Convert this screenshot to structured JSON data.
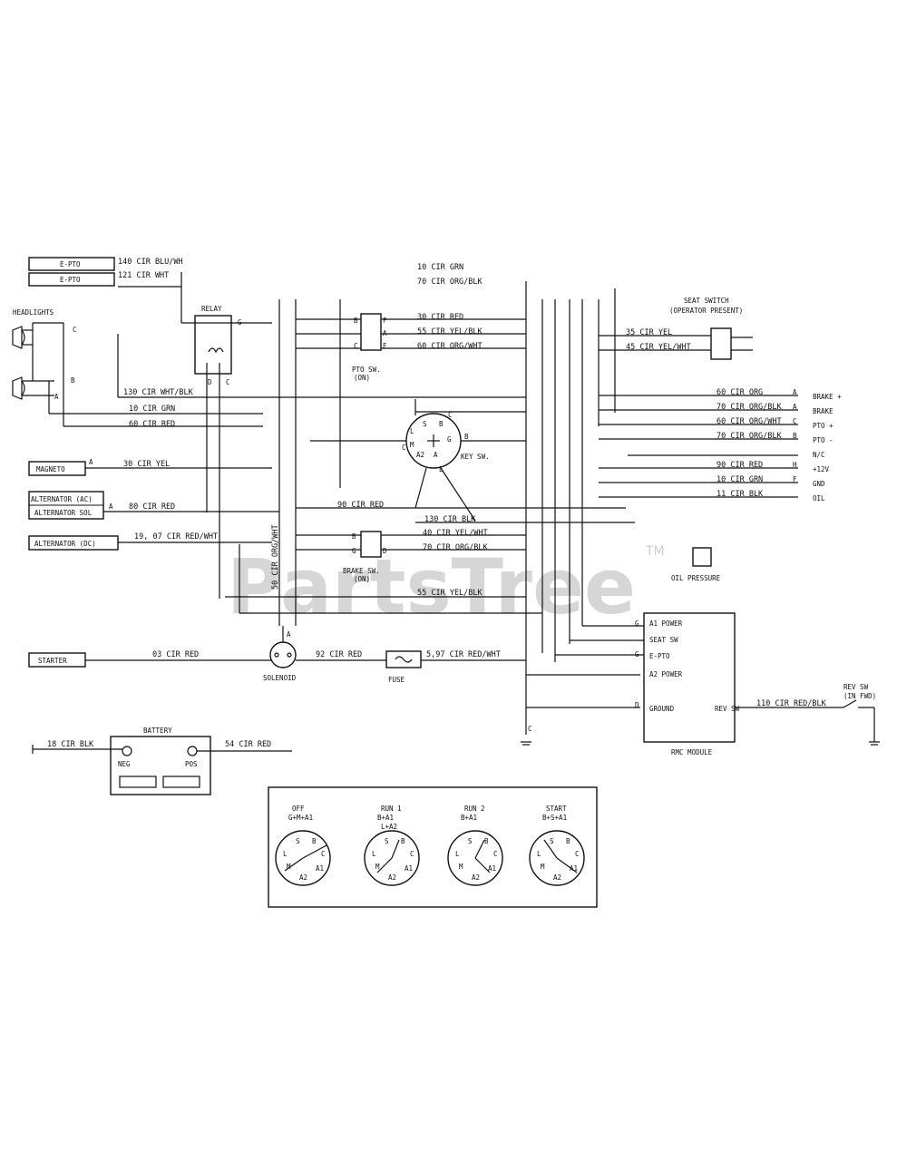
{
  "watermark": {
    "text": "PartsTree",
    "tm": "TM"
  },
  "left_boxes": {
    "e_pto": "E-PTO",
    "e_pto2": "E-PTO",
    "magneto": "MAGNETO",
    "alternator_ac": "ALTERNATOR (AC)",
    "alternator_sol": "ALTERNATOR SOL",
    "alternator_dc": "ALTERNATOR (DC)",
    "starter": "STARTER"
  },
  "components": {
    "headlights": "HEADLIGHTS",
    "relay": "RELAY",
    "pto_sw": "PTO SW.",
    "pto_sw_state": "(ON)",
    "brake_sw": "BRAKE SW.",
    "brake_sw_state": "(ON)",
    "key_sw": "KEY SW.",
    "solenoid": "SOLENOID",
    "fuse": "FUSE",
    "battery": "BATTERY",
    "battery_neg": "NEG",
    "battery_pos": "POS",
    "seat_switch": "SEAT SWITCH",
    "seat_switch_sub": "(OPERATOR PRESENT)",
    "oil_pressure": "OIL PRESSURE",
    "rev_sw": "REV SW",
    "rev_sw_sub": "(IN FWD)",
    "rmc_module": "RMC MODULE"
  },
  "wires": {
    "w140": "140 CIR BLU/WH",
    "w121": "121 CIR WHT",
    "w10top": "10 CIR GRN",
    "w70top": "70 CIR ORG/BLK",
    "w30red": "30 CIR RED",
    "w55": "55 CIR YEL/BLK",
    "w60": "60 CIR ORG/WHT",
    "w130": "130 CIR WHT/BLK",
    "w10": "10 CIR GRN",
    "w60red": "60 CIR RED",
    "w30yel": "30 CIR YEL",
    "w80": "80 CIR RED",
    "w90": "90 CIR RED",
    "w130b": "130 CIR BLK",
    "w19": "19, 07 CIR RED/WHT",
    "w40": "40 CIR YEL/WHT",
    "w70": "70 CIR ORG/BLK",
    "w50v": "50 CIR ORG/WHT",
    "w55b": "55 CIR YEL/BLK",
    "w03": "03 CIR RED",
    "w92": "92 CIR RED",
    "w597": "5,97 CIR RED/WHT",
    "w18": "18 CIR BLK",
    "w54": "54 CIR RED",
    "w35": "35 CIR YEL",
    "w45": "45 CIR YEL/WHT",
    "w110": "110 CIR RED/BLK"
  },
  "right_wires": [
    {
      "wire": "60 CIR ORG",
      "pin": "A",
      "label": "BRAKE +"
    },
    {
      "wire": "70 CIR ORG/BLK",
      "pin": "A",
      "label": "BRAKE"
    },
    {
      "wire": "60 CIR ORG/WHT",
      "pin": "C",
      "label": "PTO +"
    },
    {
      "wire": "70 CIR ORG/BLK",
      "pin": "B",
      "label": "PTO -"
    },
    {
      "wire": "",
      "pin": "",
      "label": "N/C"
    },
    {
      "wire": "90 CIR RED",
      "pin": "H",
      "label": "+12V"
    },
    {
      "wire": "10 CIR GRN",
      "pin": "F",
      "label": "GND"
    },
    {
      "wire": "11 CIR BLK",
      "pin": "",
      "label": "OIL"
    }
  ],
  "rmc_pins": [
    "A1 POWER",
    "SEAT SW",
    "E-PTO",
    "A2 POWER",
    "GROUND"
  ],
  "rev_label": "REV SW",
  "key_positions": [
    {
      "name": "OFF",
      "combo": "G+M+A1"
    },
    {
      "name": "RUN 1",
      "combo": "B+A1",
      "combo2": "L+A2"
    },
    {
      "name": "RUN 2",
      "combo": "B+A1"
    },
    {
      "name": "START",
      "combo": "B+S+A1"
    }
  ],
  "letters": {
    "G": "G",
    "A": "A",
    "B": "B",
    "C": "C",
    "D": "D",
    "E": "E",
    "F": "F",
    "L": "L",
    "M": "M",
    "S": "S",
    "A1": "A1",
    "A2": "A2",
    "H": "H"
  }
}
